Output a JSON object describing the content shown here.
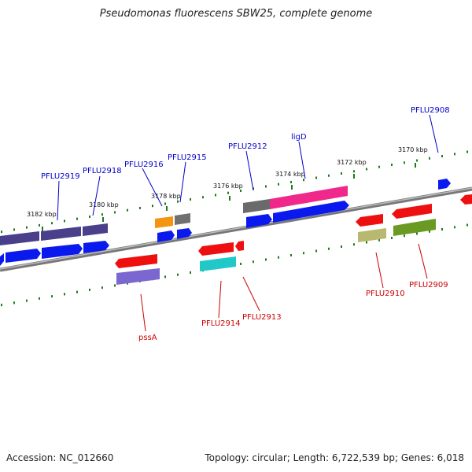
{
  "title": "Pseudomonas fluorescens SBW25, complete genome",
  "footer": {
    "accession": "Accession: NC_012660",
    "topology": "Topology: circular; Length: 6,722,539 bp; Genes: 6,018"
  },
  "colors": {
    "backbone": "#808080",
    "gc_tick": "#1e7a1e",
    "label_forward": "#0000cc",
    "label_reverse": "#cc0000"
  },
  "kbp_ticks": [
    {
      "label": "3182 kbp",
      "kbp": 3182
    },
    {
      "label": "3180 kbp",
      "kbp": 3180
    },
    {
      "label": "3178 kbp",
      "kbp": 3178
    },
    {
      "label": "3176 kbp",
      "kbp": 3176
    },
    {
      "label": "3174 kbp",
      "kbp": 3174
    },
    {
      "label": "3172 kbp",
      "kbp": 3172
    },
    {
      "label": "3170 kbp",
      "kbp": 3170
    }
  ],
  "gene_labels": [
    {
      "text": "PFLU2919",
      "strand": "forward"
    },
    {
      "text": "PFLU2918",
      "strand": "forward"
    },
    {
      "text": "PFLU2916",
      "strand": "forward"
    },
    {
      "text": "PFLU2915",
      "strand": "forward"
    },
    {
      "text": "PFLU2912",
      "strand": "forward"
    },
    {
      "text": "ligD",
      "strand": "forward"
    },
    {
      "text": "PFLU2908",
      "strand": "forward"
    },
    {
      "text": "pssA",
      "strand": "reverse"
    },
    {
      "text": "PFLU2914",
      "strand": "reverse"
    },
    {
      "text": "PFLU2913",
      "strand": "reverse"
    },
    {
      "text": "PFLU2910",
      "strand": "reverse"
    },
    {
      "text": "PFLU2909",
      "strand": "reverse"
    }
  ]
}
